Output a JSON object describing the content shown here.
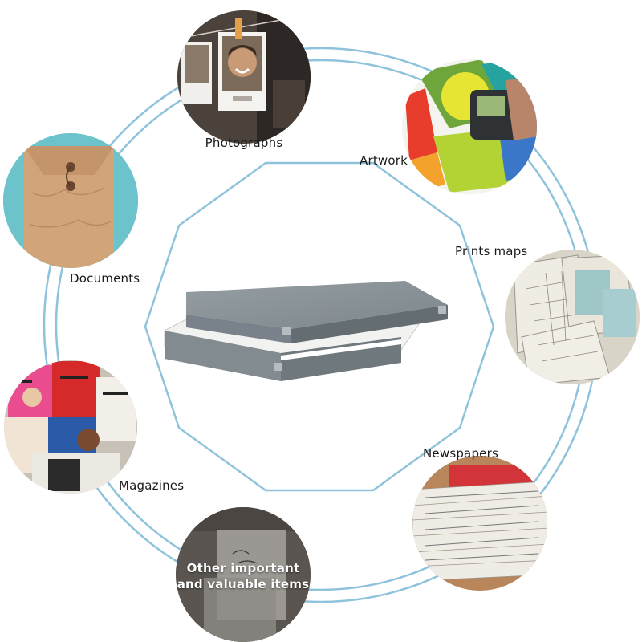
{
  "colors": {
    "ring": "#8fc3dc",
    "decagon": "#8fc3dc",
    "box_grey": "#8c959a",
    "box_dark": "#6e777c",
    "paper_white": "#f4f4f2"
  },
  "diagram": {
    "center_item": "archival-storage-box",
    "items": [
      {
        "key": "photographs",
        "label": "Photographs",
        "icon": "photographs-icon"
      },
      {
        "key": "artwork",
        "label": "Artwork",
        "icon": "artwork-icon"
      },
      {
        "key": "prints_maps",
        "label": "Prints maps",
        "icon": "prints-maps-icon"
      },
      {
        "key": "newspapers",
        "label": "Newspapers",
        "icon": "newspapers-icon"
      },
      {
        "key": "other",
        "label": "Other important and valuable items",
        "icon": "valuable-items-icon"
      },
      {
        "key": "magazines",
        "label": "Magazines",
        "icon": "magazines-icon"
      },
      {
        "key": "documents",
        "label": "Documents",
        "icon": "documents-icon"
      }
    ]
  }
}
